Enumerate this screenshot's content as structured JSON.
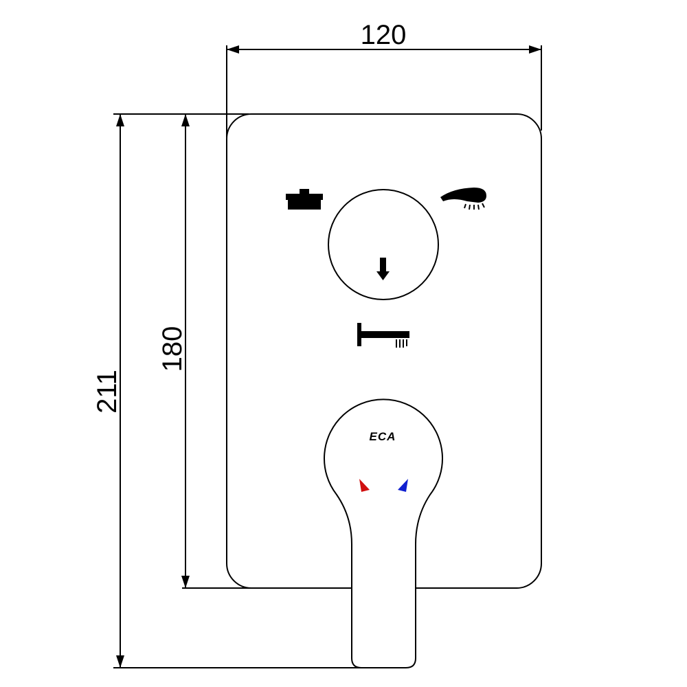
{
  "drawing": {
    "dimensions": {
      "width_label": "120",
      "plate_height_label": "180",
      "total_height_label": "211"
    },
    "brand_logo": "ECA",
    "icons": [
      "bathtub-faucet-icon",
      "hand-shower-icon",
      "diverter-arrow-icon",
      "shower-arm-icon",
      "hot-indicator-icon",
      "cold-indicator-icon"
    ],
    "colors": {
      "line": "#000000",
      "hot": "#d01010",
      "cold": "#1020d0"
    }
  }
}
